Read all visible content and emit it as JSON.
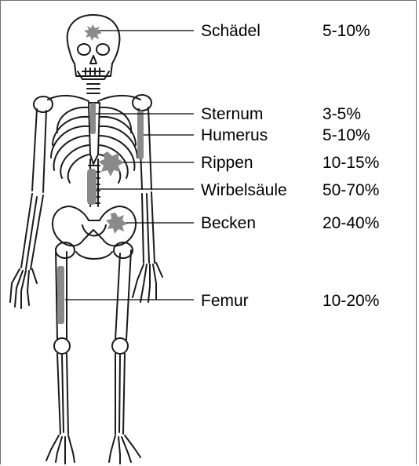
{
  "labels": [
    {
      "name": "Schädel",
      "range": "5-10%"
    },
    {
      "name": "Sternum",
      "range": "3-5%"
    },
    {
      "name": "Humerus",
      "range": "5-10%"
    },
    {
      "name": "Rippen",
      "range": "10-15%"
    },
    {
      "name": "Wirbelsäule",
      "range": "50-70%"
    },
    {
      "name": "Becken",
      "range": "20-40%"
    },
    {
      "name": "Femur",
      "range": "10-20%"
    }
  ],
  "colors": {
    "outline": "#1a1a1a",
    "lesion": "#8a8a8a",
    "frame": "#6e6e6e"
  }
}
